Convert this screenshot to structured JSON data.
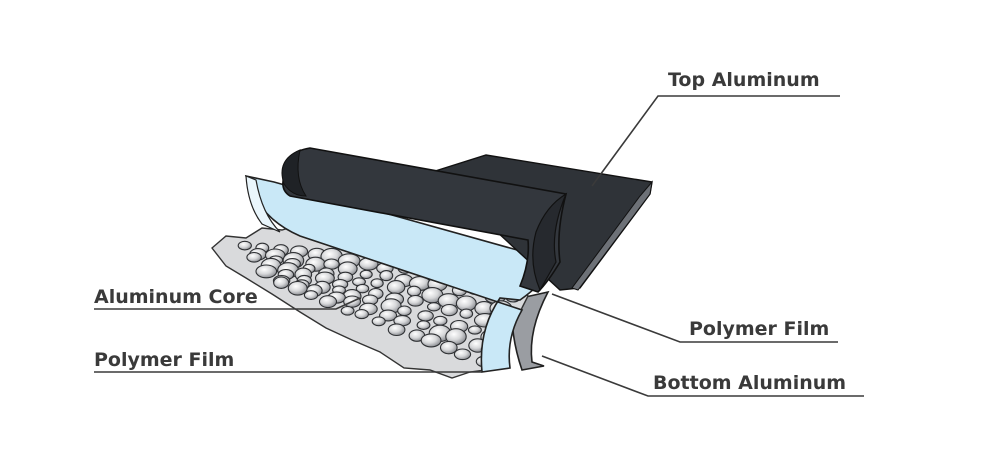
{
  "labels": {
    "top_aluminum": "Top Aluminum",
    "aluminum_core": "Aluminum Core",
    "polymer_film_left": "Polymer Film",
    "polymer_film_right": "Polymer Film",
    "bottom_aluminum": "Bottom Aluminum"
  },
  "colors": {
    "top_aluminum": "#33373d",
    "polymer_film": "#c9e8f7",
    "aluminum_core": "#d9dadc",
    "bottom_aluminum": "#9a9da2",
    "leader_line": "#3a3a3a",
    "label_text": "#3a3a3a"
  }
}
